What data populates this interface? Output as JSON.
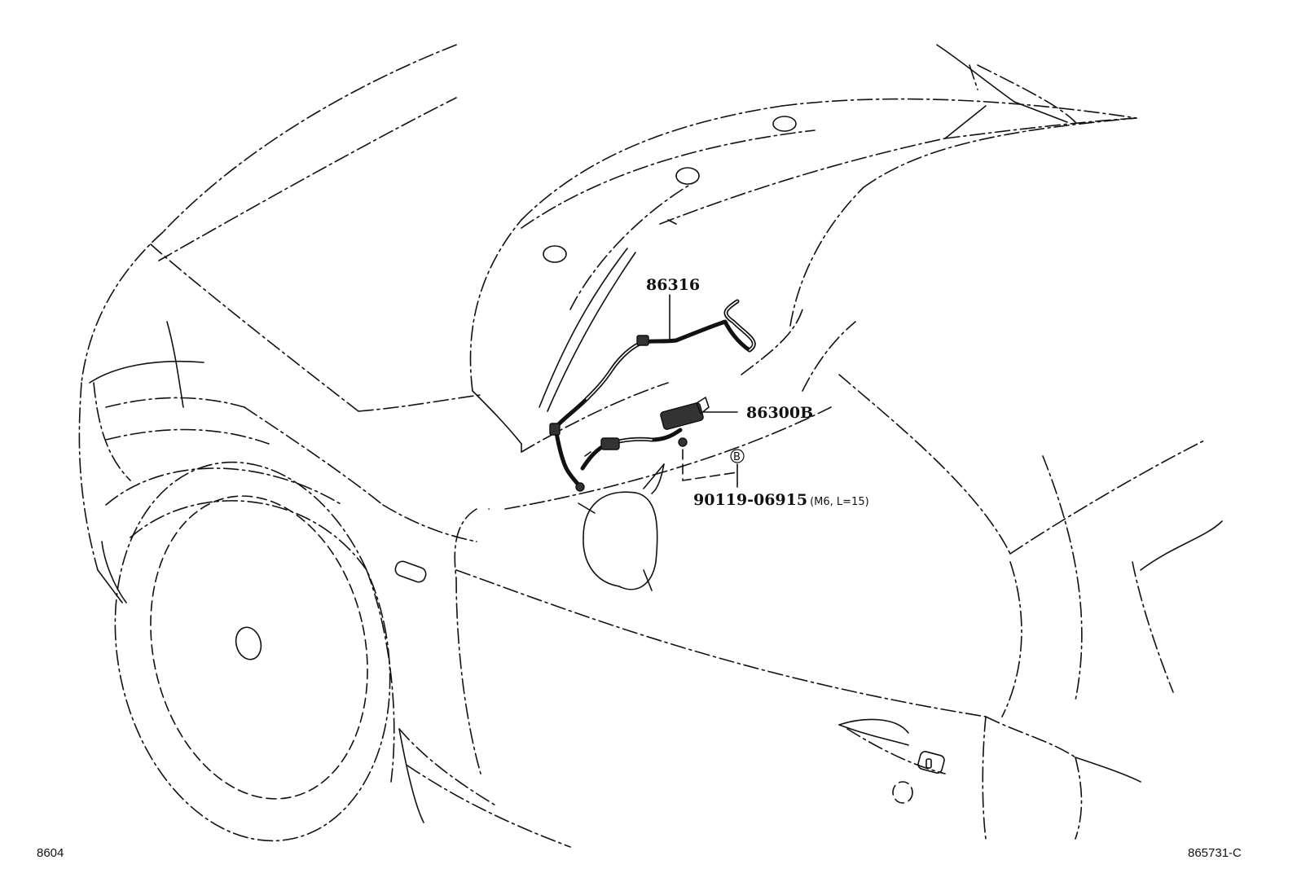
{
  "callouts": {
    "antenna_cord": "86316",
    "antenna_assy": "86300B",
    "bolt_number": "90119-06915",
    "bolt_spec": "(M6, L=15)",
    "ref_mark": "B"
  },
  "footer": {
    "left_code": "8604",
    "right_code": "865731-C"
  }
}
